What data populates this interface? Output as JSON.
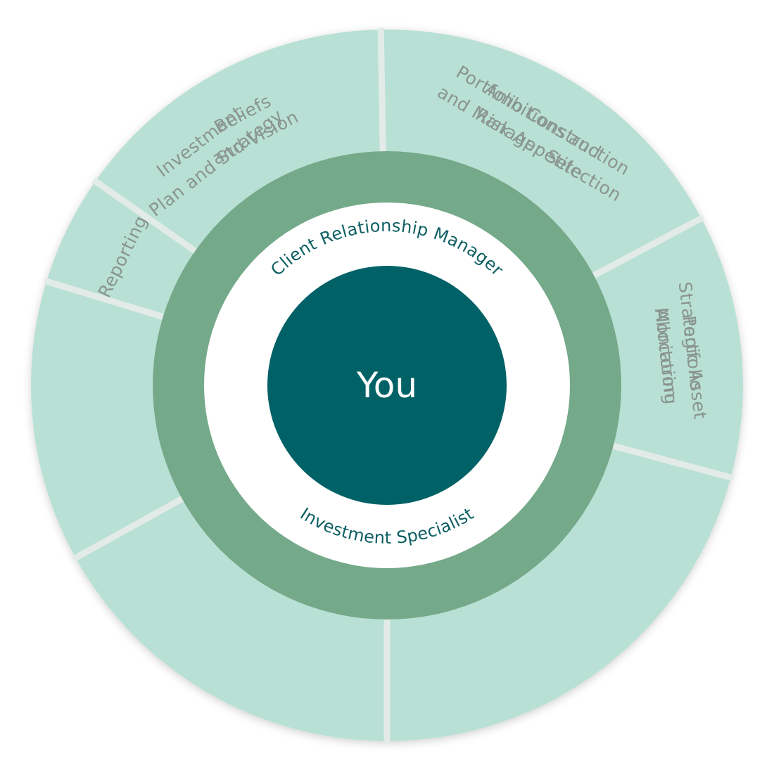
{
  "center": {
    "label": "You",
    "color": "#006166"
  },
  "inner_ring": {
    "color": "#74a98a",
    "top_label": "Client Relationship Manager",
    "bottom_label": "Investment Specialist"
  },
  "outer_ring": {
    "color": "#b9e0d4",
    "separator_color": "#e3ebe8",
    "segments": [
      {
        "id": "beliefs-and-vision",
        "lines": [
          "Beliefs",
          "and Vision"
        ]
      },
      {
        "id": "ambitions-and-risk-appetite",
        "lines": [
          "Ambitions and",
          "Risk Appetite"
        ]
      },
      {
        "id": "strategic-asset-allocation",
        "lines": [
          "Strategic Asset",
          "Allocation"
        ]
      },
      {
        "id": "investment-plan-and-strategy",
        "lines": [
          "Investment",
          "Plan and Strategy"
        ]
      },
      {
        "id": "portfolio-construction-and-manager-selection",
        "lines": [
          "Portfolio Construction",
          "and Manager Selection"
        ]
      },
      {
        "id": "portfolio-monitoring",
        "lines": [
          "Portfolio",
          "Monitoring"
        ]
      },
      {
        "id": "reporting",
        "lines": [
          "Reporting"
        ]
      }
    ]
  }
}
